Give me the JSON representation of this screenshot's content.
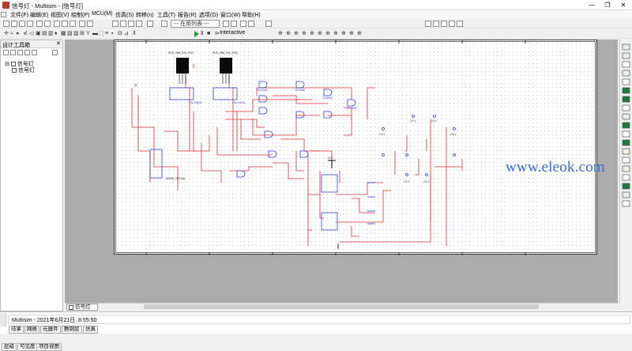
{
  "window": {
    "title": "信号灯 - Multisim - [信号灯]",
    "minimize": "—",
    "restore": "❐",
    "close": "✕"
  },
  "menu": [
    "文件(F)",
    "编辑(E)",
    "视图(V)",
    "绘制(P)",
    "MCU(M)",
    "仿真(S)",
    "转移(n)",
    "工具(T)",
    "报告(R)",
    "选项(O)",
    "窗口(W)",
    "帮助(H)"
  ],
  "toolbar": {
    "in_use_list": "--- 在用列表 ---",
    "sim_mode": "Interactive"
  },
  "design_toolbox": {
    "title": "设计工具箱",
    "close": "✕",
    "tree_root": "信号灯",
    "tree_child": "信号灯"
  },
  "design_tabs": [
    "层级",
    "可见度",
    "项目视图"
  ],
  "document_tab": "信号灯",
  "spreadsheet": {
    "message": "Multisim  -  2021年6月21日, 8:55:50",
    "tabs": [
      "结果",
      "网络",
      "元器件",
      "敷铜层",
      "仿真"
    ]
  },
  "watermark": "www.eleok.com",
  "schematic": {
    "ic_labels": [
      "HI20_HBB_D40_0000",
      "HI20_HBB_D40_0000",
      "74LS160N",
      "74LS160N",
      "74LS04N",
      "74LS08D",
      "74LS00D",
      "74LS32N",
      "NE555_VIRTUAL"
    ],
    "voltage_labels": [
      "2.5 V",
      "2.5 V",
      "2.5 V",
      "2.5 V",
      "2.5 V",
      "2.5 V",
      "5V",
      "VCC"
    ]
  },
  "colors": {
    "wire_red": "#e03030",
    "wire_blue": "#2a3fd0",
    "ic_black": "#0a0a0a",
    "accent_blue": "#2f6fd6"
  }
}
